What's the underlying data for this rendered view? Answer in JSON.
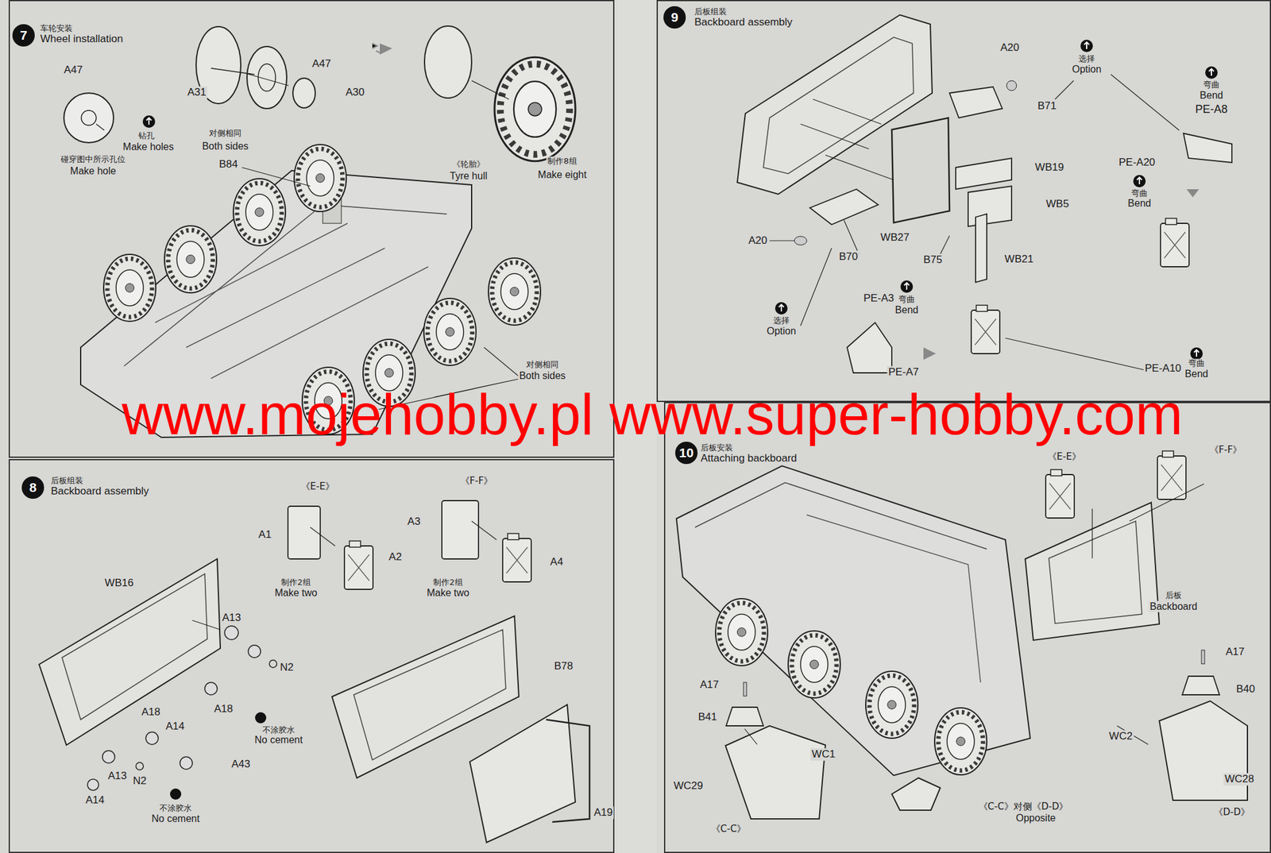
{
  "diagram": {
    "nodes": [
      {
        "text": [
          "车轮安装",
          "Wheel installation"
        ]
      },
      {
        "text": [
          "7"
        ],
        "in": 0
      },
      {
        "text": [
          "后板组装",
          "Backboard assembly"
        ]
      },
      {
        "text": [
          "9"
        ],
        "in": 2
      },
      {
        "text": [
          "后板组装",
          "Backboard assembly"
        ]
      },
      {
        "text": [
          "8"
        ],
        "in": 4
      },
      {
        "text": [
          "后板安装",
          "Attaching backboard"
        ]
      },
      {
        "text": [
          "10"
        ],
        "in": 6
      }
    ],
    "labels": [
      "A47",
      "钻孔",
      "Make holes",
      "碰穿图中所示孔位",
      "Make hole",
      "A31",
      "A47",
      "A30",
      "对侧相同",
      "Both sides",
      "B84",
      "《轮胎》",
      "Tyre hull",
      "制作8组",
      "Make eight",
      "对侧相同",
      "Both sides",
      "A20",
      "选择",
      "Option",
      "弯曲",
      "Bend",
      "PE-A8",
      "B71",
      "WB19",
      "PE-A20",
      "弯曲",
      "Bend",
      "WB5",
      "A20",
      "WB27",
      "B70",
      "B75",
      "WB21",
      "PE-A3",
      "弯曲",
      "Bend",
      "选择",
      "Option",
      "PE-A10",
      "弯曲",
      "Bend",
      "PE-A7",
      "www.mojehobby.pl www.super-hobby.com",
      "《E-E》",
      "《F-F》",
      "A1",
      "A2",
      "A3",
      "A4",
      "制作2组",
      "Make two",
      "制作2组",
      "Make two",
      "WB16",
      "A13",
      "N2",
      "A18",
      "A14",
      "A18",
      "不涂胶水",
      "No cement",
      "A43",
      "A13",
      "N2",
      "A14",
      "不涂胶水",
      "No cement",
      "B78",
      "A19",
      "《E-E》",
      "《F-F》",
      "后板",
      "Backboard",
      "A17",
      "B40",
      "A17",
      "B41",
      "WC1",
      "WC29",
      "WC2",
      "WC28",
      "《C-C》",
      "《C-C》对侧《D-D》",
      "Opposite",
      "《D-D》"
    ]
  }
}
